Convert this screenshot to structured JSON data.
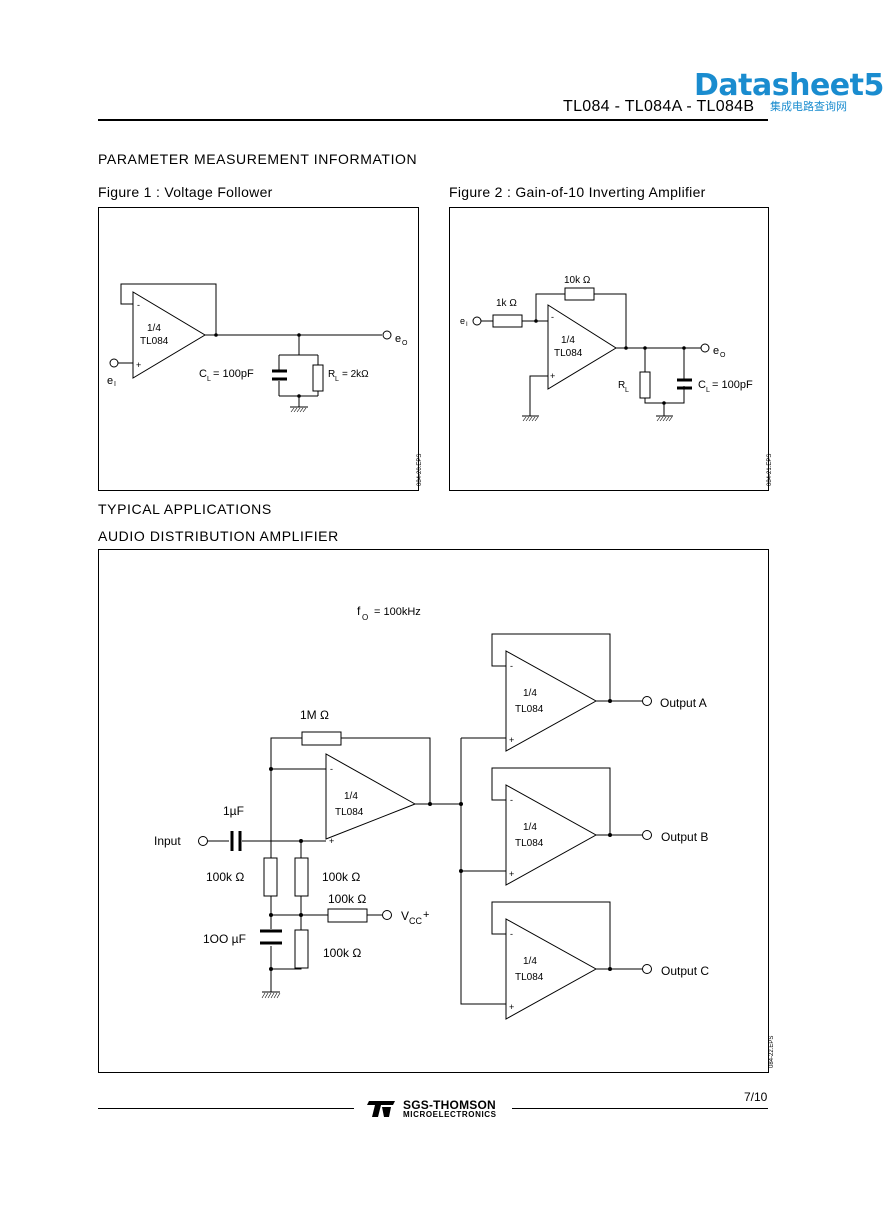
{
  "header": {
    "title": "TL084 - TL084A - TL084B",
    "logo_text": "Datasheet5",
    "logo_sub": "集成电路查询网"
  },
  "sections": {
    "param": "PARAMETER MEASUREMENT INFORMATION",
    "typical": "TYPICAL APPLICATIONS",
    "audio": "AUDIO DISTRIBUTION AMPLIFIER"
  },
  "figure1": {
    "caption": "Figure 1 : Voltage Follower",
    "opamp_fraction": "1/4",
    "opamp_name": "TL084",
    "minus": "-",
    "plus": "+",
    "input": "e",
    "input_sub": "I",
    "output": "e",
    "output_sub": "O",
    "cl_label": "C",
    "cl_sub": "L",
    "cl_value": "= 100pF",
    "rl_label": "R",
    "rl_sub": "L",
    "rl_value": "= 2kΩ",
    "ref": "084-20.EPS"
  },
  "figure2": {
    "caption": "Figure 2 : Gain-of-10 Inverting Amplifier",
    "opamp_fraction": "1/4",
    "opamp_name": "TL084",
    "minus": "-",
    "plus": "+",
    "input": "e",
    "input_sub": "I",
    "output": "e",
    "output_sub": "O",
    "r_in": "1k Ω",
    "r_fb": "10k Ω",
    "rl_label": "R",
    "rl_sub": "L",
    "cl_label": "C",
    "cl_sub": "L",
    "cl_value": "= 100pF",
    "ref": "084-21.EPS"
  },
  "audio": {
    "freq": "f",
    "freq_sub": "O",
    "freq_value": "= 100kHz",
    "opamp_fraction": "1/4",
    "opamp_name": "TL084",
    "minus": "-",
    "plus": "+",
    "r_fb": "1M Ω",
    "cap_in": "1µF",
    "input": "Input",
    "r1": "100k Ω",
    "r2": "100k Ω",
    "r3": "100k Ω",
    "r4": "100k Ω",
    "cap_bypass": "1OO µF",
    "vcc": "V",
    "vcc_sub": "CC",
    "vcc_sign": "+",
    "output_a": "Output A",
    "output_b": "Output B",
    "output_c": "Output C",
    "ref": "084-22.EPS"
  },
  "footer": {
    "page": "7/10",
    "brand_line1": "SGS-THOMSON",
    "brand_line2": "MICROELECTRONICS"
  }
}
